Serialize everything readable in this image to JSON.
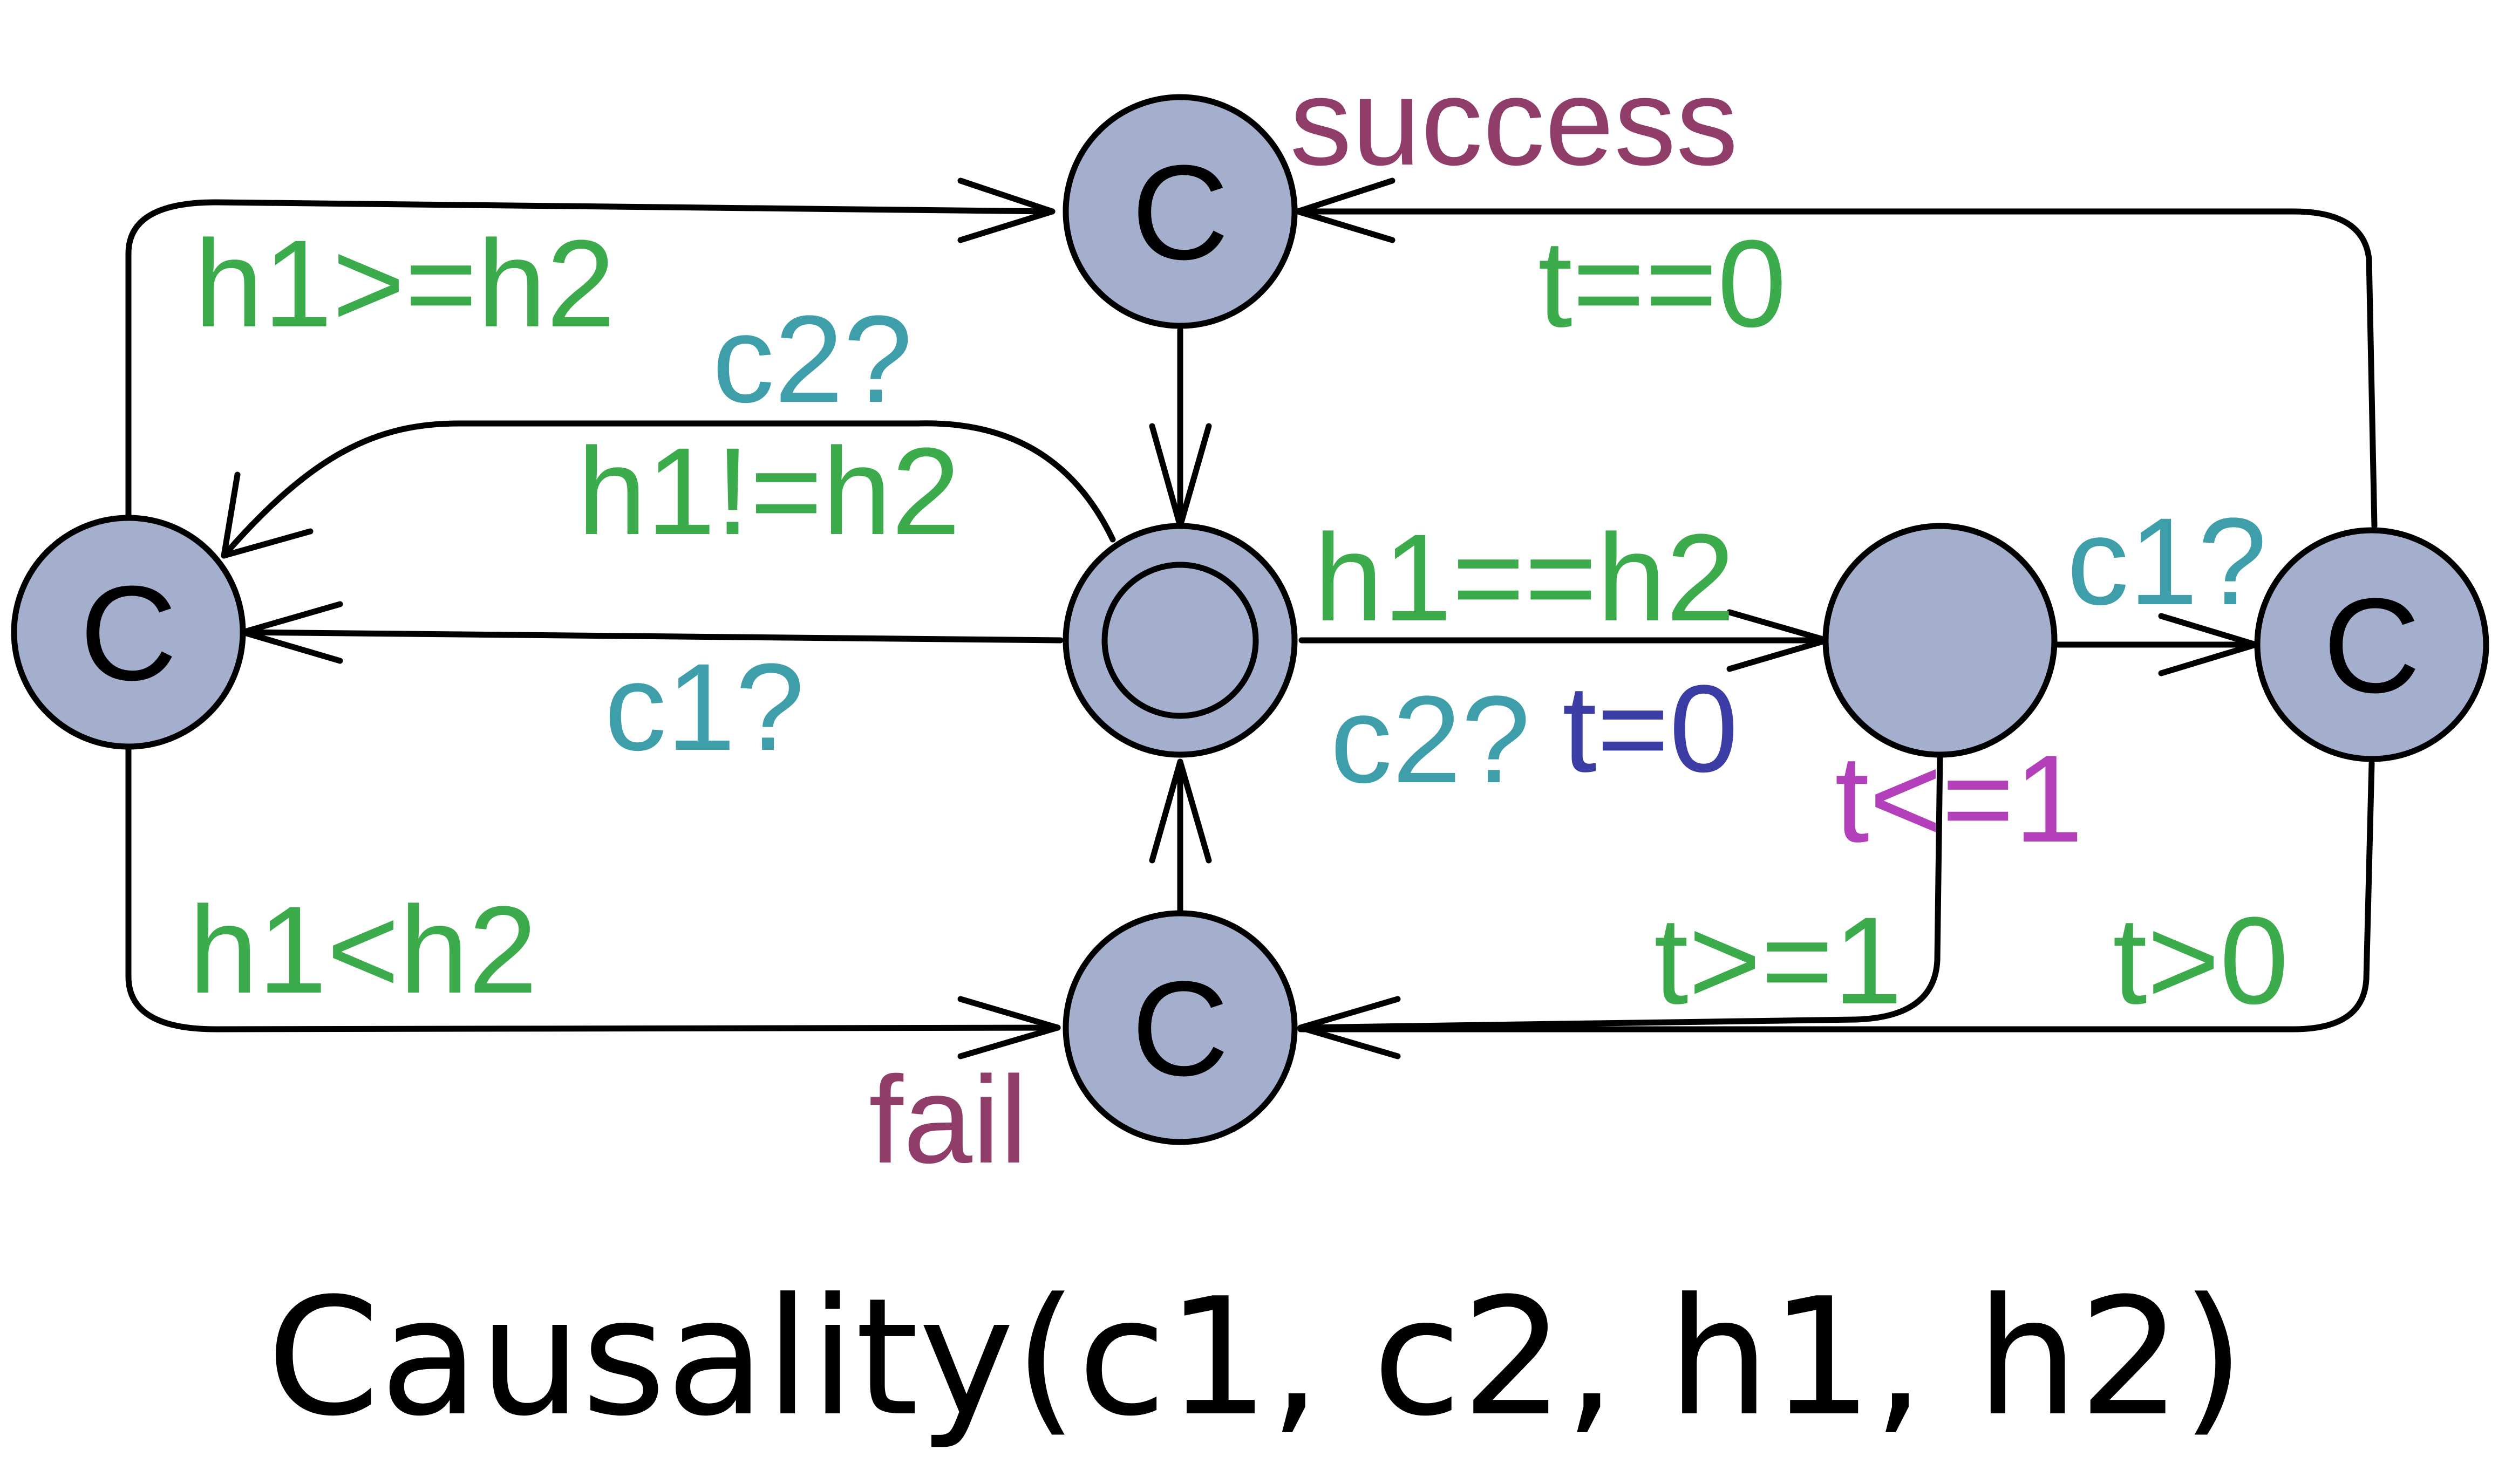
{
  "colors": {
    "node_fill": "#a4aecd",
    "guard": "#3cab4b",
    "sync": "#3e9faa",
    "name": "#913d69",
    "invariant": "#b33fba",
    "assignment": "#3b3da4",
    "edge": "#000000"
  },
  "nodes": {
    "committed_mark": "C"
  },
  "locations": {
    "success": "success",
    "fail": "fail"
  },
  "labels": {
    "guard_h1_ge_h2": "h1>=h2",
    "sync_c2_upper": "c2?",
    "guard_h1_ne_h2": "h1!=h2",
    "sync_c1_left": "c1?",
    "guard_h1_eq_h2": "h1==h2",
    "sync_c2_mid": "c2?",
    "assign_t0": "t=0",
    "invariant_t_le_1": "t<=1",
    "sync_c1_right": "c1?",
    "guard_t_eq_0": "t==0",
    "guard_h1_lt_h2": "h1<h2",
    "guard_t_ge_1": "t>=1",
    "guard_t_gt_0": "t>0"
  },
  "caption": "Causality(c1, c2, h1, h2)"
}
